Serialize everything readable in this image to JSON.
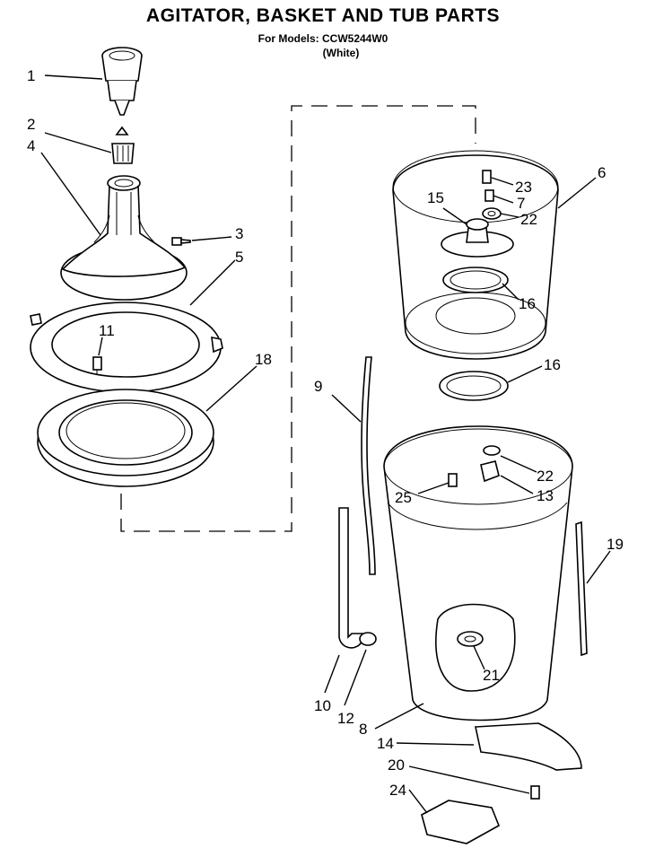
{
  "header": {
    "title": "AGITATOR, BASKET AND TUB PARTS",
    "models": "For Models: CCW5244W0",
    "color": "(White)"
  },
  "callouts": [
    "1",
    "2",
    "3",
    "4",
    "5",
    "6",
    "7",
    "8",
    "9",
    "10",
    "11",
    "12",
    "13",
    "14",
    "15",
    "16",
    "16",
    "18",
    "19",
    "20",
    "21",
    "22",
    "22",
    "23",
    "24",
    "25"
  ]
}
